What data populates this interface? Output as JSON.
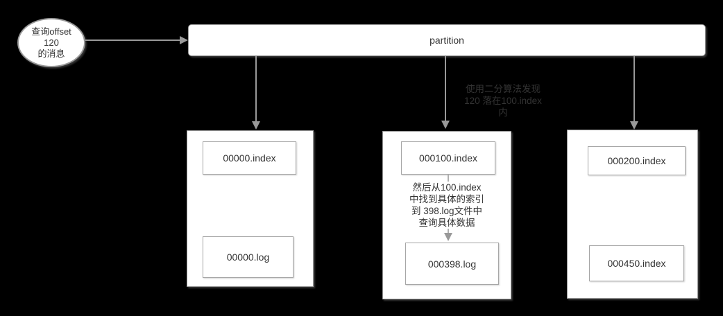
{
  "diagram": {
    "query_bubble": {
      "lines": [
        "查询offset",
        "120",
        "的消息"
      ]
    },
    "partition_label": "partition",
    "binary_search_note": {
      "lines": [
        "使用二分算法发现",
        "120 落在100.index",
        "内"
      ]
    },
    "lookup_note": {
      "lines": [
        "然后从100.index",
        "中找到具体的索引",
        "到 398.log文件中",
        "查询具体数据"
      ]
    },
    "segments": {
      "left": {
        "top_file": "00000.index",
        "bottom_file": "00000.log"
      },
      "middle": {
        "top_file": "000100.index",
        "bottom_file": "000398.log"
      },
      "right": {
        "top_file": "000200.index",
        "bottom_file": "000450.index"
      }
    }
  },
  "colors": {
    "background": "#000000",
    "shape_fill": "#ffffff",
    "shape_stroke": "#999999",
    "text": "#333333",
    "arrow": "#999999"
  }
}
